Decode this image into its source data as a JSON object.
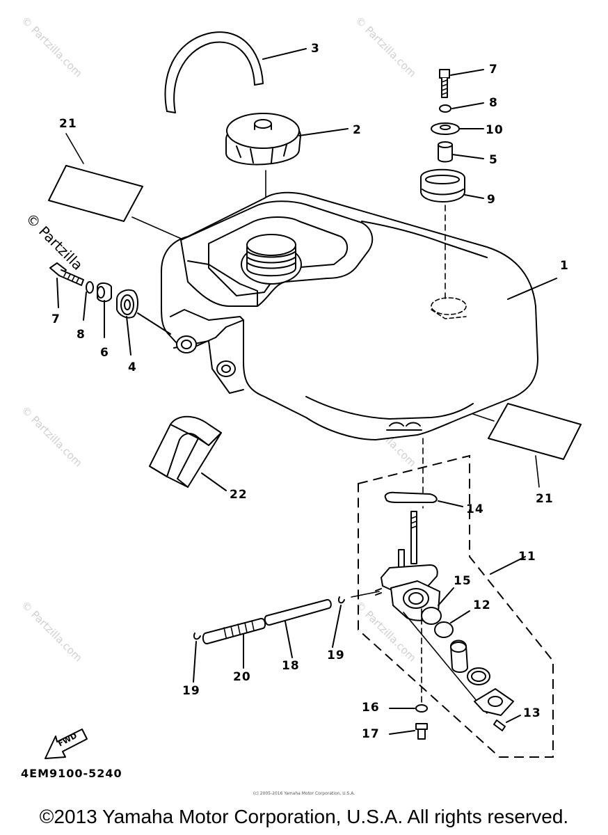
{
  "diagram": {
    "callouts": [
      {
        "id": "c3",
        "label": "3"
      },
      {
        "id": "c2",
        "label": "2"
      },
      {
        "id": "c7a",
        "label": "7"
      },
      {
        "id": "c8a",
        "label": "8"
      },
      {
        "id": "c10",
        "label": "10"
      },
      {
        "id": "c5",
        "label": "5"
      },
      {
        "id": "c9",
        "label": "9"
      },
      {
        "id": "c1",
        "label": "1"
      },
      {
        "id": "c21a",
        "label": "21"
      },
      {
        "id": "c21b",
        "label": "21"
      },
      {
        "id": "c7b",
        "label": "7"
      },
      {
        "id": "c8b",
        "label": "8"
      },
      {
        "id": "c6",
        "label": "6"
      },
      {
        "id": "c4",
        "label": "4"
      },
      {
        "id": "c22",
        "label": "22"
      },
      {
        "id": "c14",
        "label": "14"
      },
      {
        "id": "c11",
        "label": "11"
      },
      {
        "id": "c15",
        "label": "15"
      },
      {
        "id": "c12",
        "label": "12"
      },
      {
        "id": "c19a",
        "label": "19"
      },
      {
        "id": "c19b",
        "label": "19"
      },
      {
        "id": "c18",
        "label": "18"
      },
      {
        "id": "c20",
        "label": "20"
      },
      {
        "id": "c16",
        "label": "16"
      },
      {
        "id": "c17",
        "label": "17"
      },
      {
        "id": "c13",
        "label": "13"
      }
    ],
    "fwd_label": "FWD",
    "part_code": "4EM9100-5240",
    "watermark": "© Partzilla",
    "watermark_site": "© Partzilla.com",
    "small_note": "(c) 2005-2016 Yamaha Motor Corporation, U.S.A.",
    "copyright": "©2013 Yamaha Motor Corporation, U.S.A. All rights reserved."
  }
}
